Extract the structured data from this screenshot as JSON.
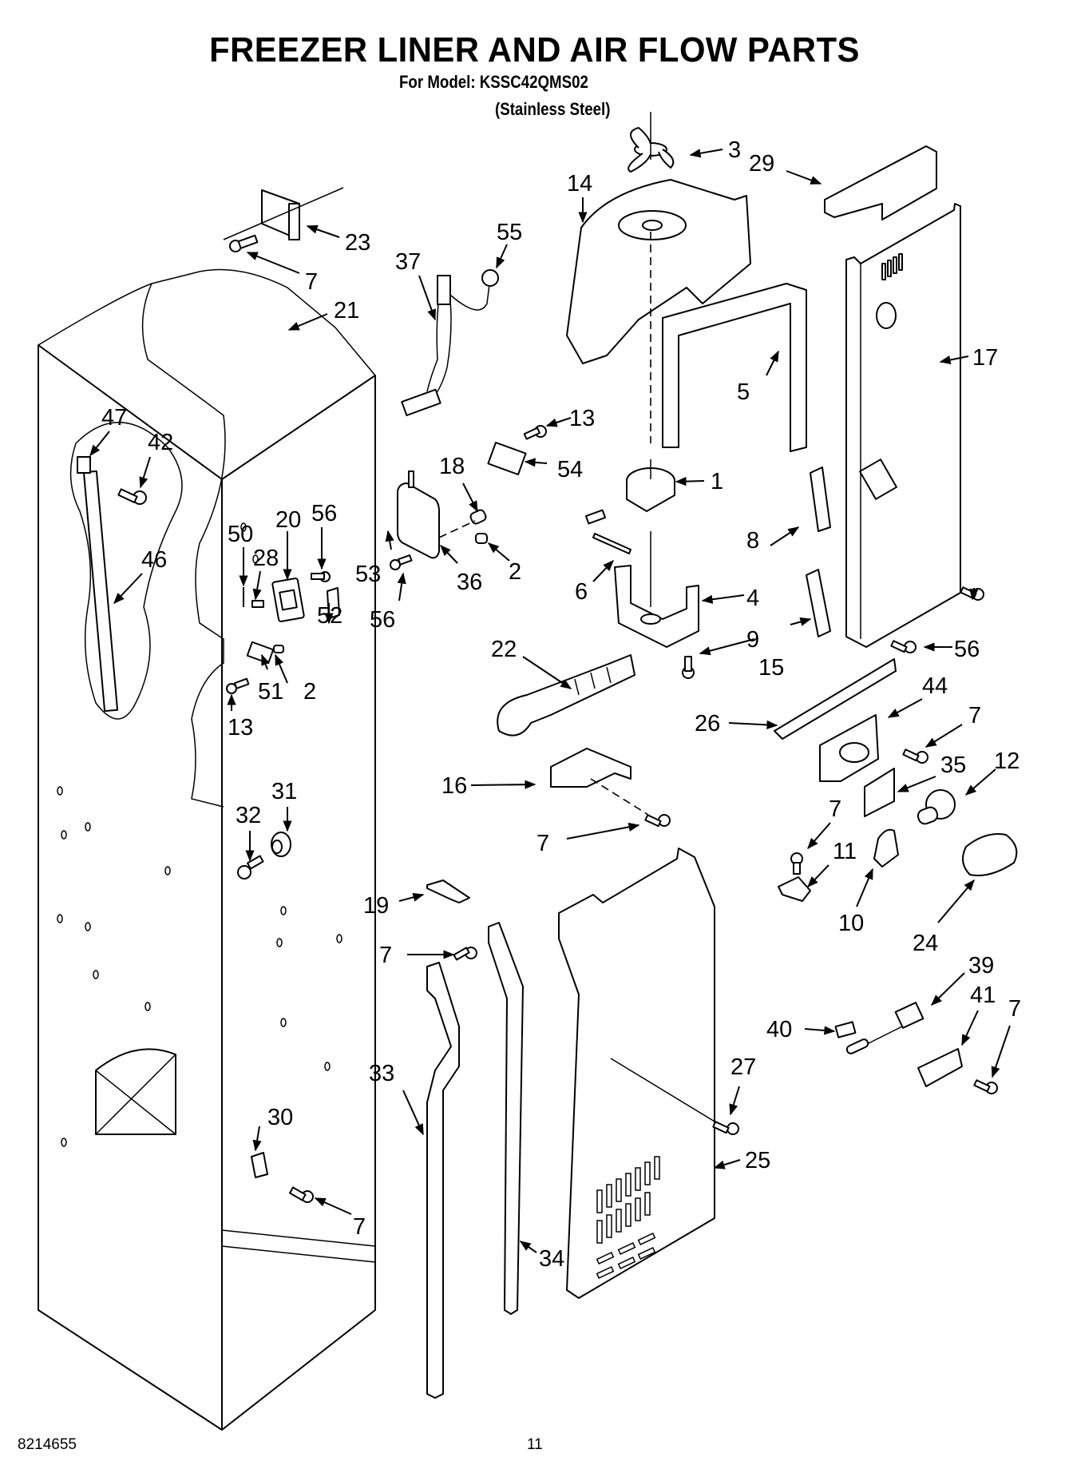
{
  "header": {
    "title": "FREEZER LINER AND AIR FLOW PARTS",
    "model_line": "For Model: KSSC42QMS02",
    "finish_line": "(Stainless Steel)"
  },
  "footer": {
    "document_number": "8214655",
    "page_number": "11"
  },
  "callouts": [
    {
      "id": "c1",
      "label": "1"
    },
    {
      "id": "c2a",
      "label": "2"
    },
    {
      "id": "c2b",
      "label": "2"
    },
    {
      "id": "c3",
      "label": "3"
    },
    {
      "id": "c4",
      "label": "4"
    },
    {
      "id": "c5",
      "label": "5"
    },
    {
      "id": "c6",
      "label": "6"
    },
    {
      "id": "c7a",
      "label": "7"
    },
    {
      "id": "c7b",
      "label": "7"
    },
    {
      "id": "c7c",
      "label": "7"
    },
    {
      "id": "c7d",
      "label": "7"
    },
    {
      "id": "c7e",
      "label": "7"
    },
    {
      "id": "c7f",
      "label": "7"
    },
    {
      "id": "c7g",
      "label": "7"
    },
    {
      "id": "c8",
      "label": "8"
    },
    {
      "id": "c9",
      "label": "9"
    },
    {
      "id": "c10",
      "label": "10"
    },
    {
      "id": "c11",
      "label": "11"
    },
    {
      "id": "c12",
      "label": "12"
    },
    {
      "id": "c13a",
      "label": "13"
    },
    {
      "id": "c13b",
      "label": "13"
    },
    {
      "id": "c14",
      "label": "14"
    },
    {
      "id": "c15",
      "label": "15"
    },
    {
      "id": "c16",
      "label": "16"
    },
    {
      "id": "c17",
      "label": "17"
    },
    {
      "id": "c18",
      "label": "18"
    },
    {
      "id": "c19",
      "label": "19"
    },
    {
      "id": "c20",
      "label": "20"
    },
    {
      "id": "c21",
      "label": "21"
    },
    {
      "id": "c22",
      "label": "22"
    },
    {
      "id": "c23",
      "label": "23"
    },
    {
      "id": "c24",
      "label": "24"
    },
    {
      "id": "c25",
      "label": "25"
    },
    {
      "id": "c26",
      "label": "26"
    },
    {
      "id": "c27",
      "label": "27"
    },
    {
      "id": "c28",
      "label": "28"
    },
    {
      "id": "c29",
      "label": "29"
    },
    {
      "id": "c30",
      "label": "30"
    },
    {
      "id": "c31",
      "label": "31"
    },
    {
      "id": "c32",
      "label": "32"
    },
    {
      "id": "c33",
      "label": "33"
    },
    {
      "id": "c34",
      "label": "34"
    },
    {
      "id": "c35",
      "label": "35"
    },
    {
      "id": "c36",
      "label": "36"
    },
    {
      "id": "c37",
      "label": "37"
    },
    {
      "id": "c39",
      "label": "39"
    },
    {
      "id": "c40",
      "label": "40"
    },
    {
      "id": "c41",
      "label": "41"
    },
    {
      "id": "c42",
      "label": "42"
    },
    {
      "id": "c44",
      "label": "44"
    },
    {
      "id": "c46",
      "label": "46"
    },
    {
      "id": "c47",
      "label": "47"
    },
    {
      "id": "c50",
      "label": "50"
    },
    {
      "id": "c51",
      "label": "51"
    },
    {
      "id": "c52",
      "label": "52"
    },
    {
      "id": "c53",
      "label": "53"
    },
    {
      "id": "c54",
      "label": "54"
    },
    {
      "id": "c55",
      "label": "55"
    },
    {
      "id": "c56a",
      "label": "56"
    },
    {
      "id": "c56b",
      "label": "56"
    },
    {
      "id": "c56c",
      "label": "56"
    }
  ]
}
